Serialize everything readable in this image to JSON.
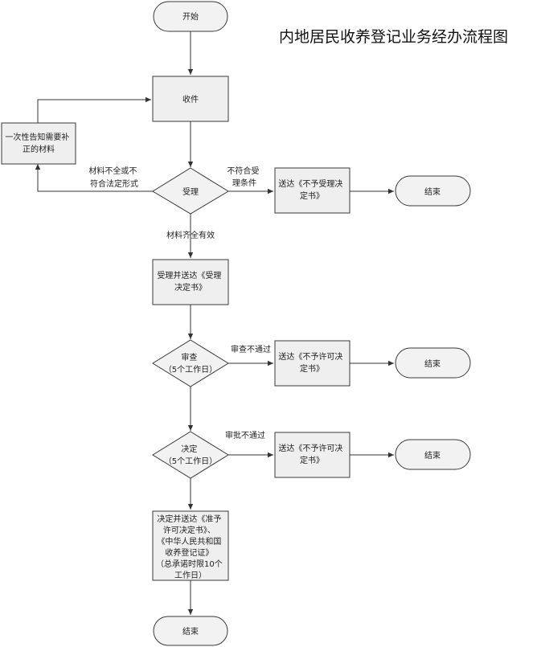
{
  "title": "内地居民收养登记业务经办流程图",
  "nodes": {
    "start": [
      "开始"
    ],
    "receive": [
      "收件"
    ],
    "notify": [
      "一次性告知需要补",
      "正的材料"
    ],
    "accept": [
      "受理"
    ],
    "reject_accept": [
      "送达《不予受理决",
      "定书》"
    ],
    "end1": [
      "结束"
    ],
    "accept_send": [
      "受理并送达《受理",
      "决定书》"
    ],
    "review": [
      "审查",
      "（5个工作日）"
    ],
    "reject_review": [
      "送达《不予许可决",
      "定书》"
    ],
    "end2": [
      "结束"
    ],
    "decide": [
      "决定",
      "（5个工作日）"
    ],
    "reject_decide": [
      "送达《不予许可决",
      "定书》"
    ],
    "end3": [
      "结束"
    ],
    "approve": [
      "决定并送达《准予",
      "许可决定书》、",
      "《中华人民共和国",
      "收养登记证》",
      "（总承诺时限10个",
      "工作日）"
    ],
    "end4": [
      "结束"
    ]
  },
  "edges": {
    "incomplete": [
      "材料不全或不",
      "符合法定形式"
    ],
    "not_qualified": [
      "不符合受",
      "理条件"
    ],
    "complete": [
      "材料齐全有效"
    ],
    "review_fail": [
      "审查不通过"
    ],
    "approve_fail": [
      "审批不通过"
    ]
  }
}
